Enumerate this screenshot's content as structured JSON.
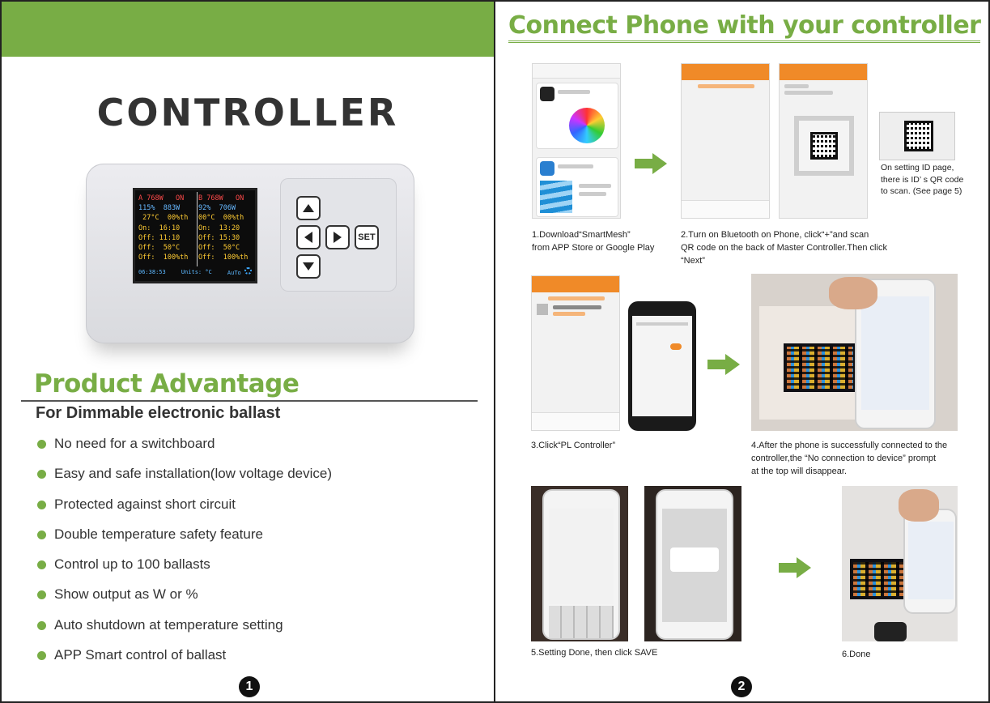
{
  "left_page": {
    "title": "CONTROLLER",
    "device_screen": {
      "col_a": [
        "A 768W   ON",
        "115%  883W",
        " 27°C  00%th",
        "On:  16:10",
        "Off: 11:10",
        "Off:  50°C",
        "Off:  100%th"
      ],
      "col_b": [
        "B 768W   ON",
        "92%  706W",
        "00°C  00%th",
        "On:  13:20",
        "Off: 15:30",
        "Off:  50°C",
        "Off:  100%th"
      ],
      "footer_time": "06:38:53",
      "footer_units": "Units: °C",
      "footer_mode": "AuTo"
    },
    "keypad": {
      "set_label": "SET"
    },
    "advantage_title": "Product  Advantage",
    "advantage_subtitle": "For Dimmable electronic ballast",
    "advantages": [
      "No need for a switchboard",
      "Easy and safe installation(low voltage device)",
      "Protected against short circuit",
      "Double temperature safety feature",
      "Control up to 100 ballasts",
      "Show output as W or %",
      "Auto shutdown at temperature setting",
      "APP Smart control of ballast"
    ],
    "page_number": "1"
  },
  "right_page": {
    "title": "Connect Phone with your controller",
    "steps": {
      "step1": [
        "1.Download“SmartMesh”",
        "from APP Store or Google Play"
      ],
      "step2": [
        "2.Turn on Bluetooth on Phone,  click“+”and scan",
        " QR code on the back of Master Controller.Then  click",
        " “Next”"
      ],
      "qr_note": [
        "On setting  ID  page,",
        "there is ID’ s  QR code",
        "to scan.  (See page 5)"
      ],
      "step3": [
        "3.Click“PL Controller”"
      ],
      "step4": [
        "4.After the phone is successfully connected to the",
        "controller,the  “No connection to device” prompt",
        "at the top will disappear."
      ],
      "step5": [
        "5.Setting Done,   then click SAVE"
      ],
      "step6": [
        "6.Done"
      ]
    },
    "page_number": "2"
  }
}
